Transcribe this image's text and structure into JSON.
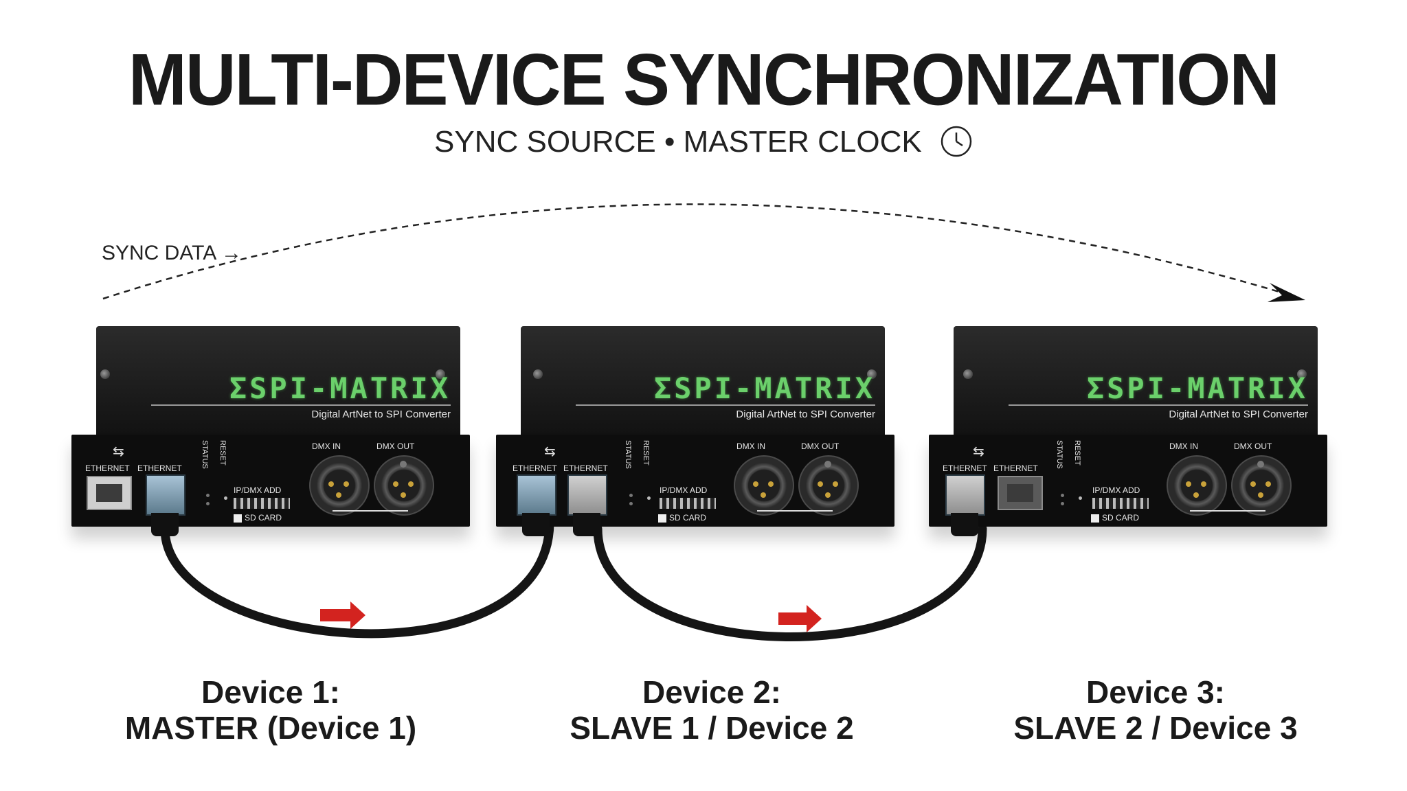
{
  "header": {
    "title": "MULTI-DEVICE SYNCHRONIZATION",
    "subtitle": "SYNC SOURCE • MASTER CLOCK"
  },
  "sync_data_label": "SYNC DATA",
  "icons": {
    "clock": "clock-icon",
    "sync_arrow": "arrow-right-icon",
    "flow_arrow": "red-arrow-icon"
  },
  "colors": {
    "arrow_red": "#d3231f",
    "lcd_green": "#6bd06b",
    "device_body": "#111111",
    "cable": "#151515"
  },
  "device_text": {
    "brand": "ΣSPI-MATRIX",
    "brand_sub": "Digital ArtNet to SPI Converter",
    "ethernet_a": "ETHERNET",
    "ethernet_b": "ETHERNET",
    "status": "STATUS",
    "reset": "RESET",
    "dmx_in": "DMX IN",
    "dmx_out": "DMX OUT",
    "ip_dmx_addr": "IP/DMX ADD",
    "sd_card": "SD CARD"
  },
  "devices": [
    {
      "line1": "Device 1:",
      "line2": "MASTER (Device 1)"
    },
    {
      "line1": "Device 2:",
      "line2": "SLAVE 1 / Device 2"
    },
    {
      "line1": "Device 3:",
      "line2": "SLAVE 2 / Device 3"
    }
  ]
}
